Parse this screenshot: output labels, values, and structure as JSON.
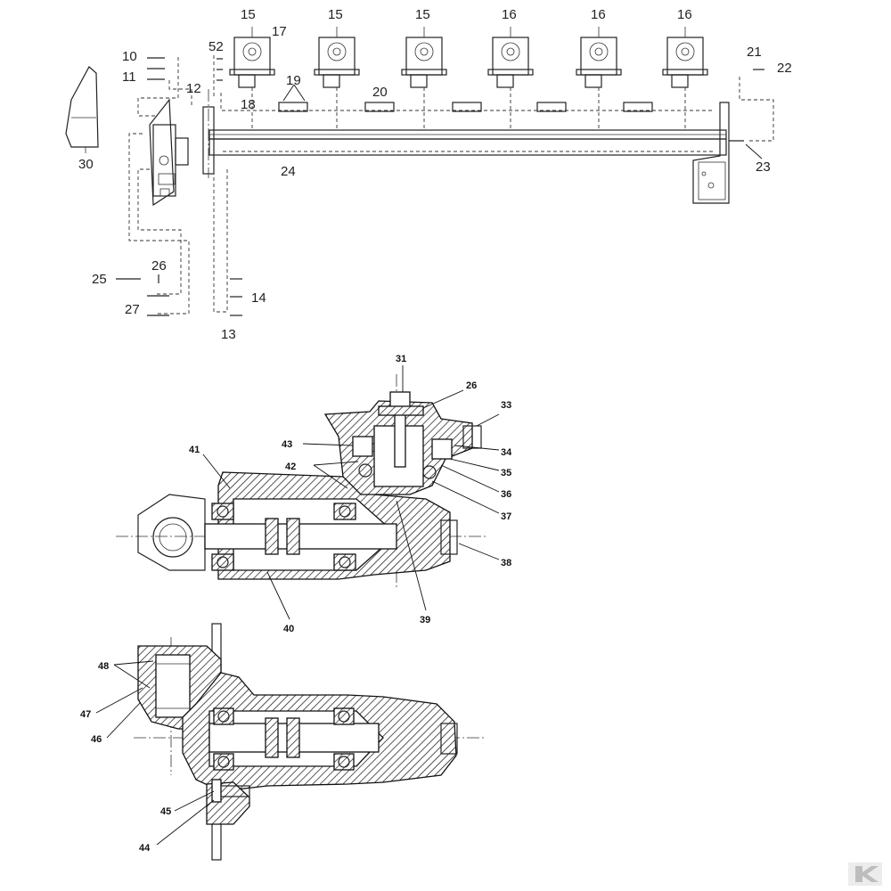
{
  "top_labels": {
    "l15a": "15",
    "l15b": "15",
    "l15c": "15",
    "l16a": "16",
    "l16b": "16",
    "l16c": "16",
    "l17": "17",
    "l52": "52",
    "l10": "10",
    "l11": "11",
    "l12": "12",
    "l18": "18",
    "l19": "19",
    "l20": "20",
    "l21": "21",
    "l22": "22",
    "l23": "23",
    "l24": "24",
    "l30": "30",
    "l25": "25",
    "l26": "26",
    "l27": "27",
    "l14": "14",
    "l13": "13"
  },
  "section_labels": {
    "l31": "31",
    "l26": "26",
    "l33": "33",
    "l43": "43",
    "l41": "41",
    "l42": "42",
    "l34": "34",
    "l35": "35",
    "l36": "36",
    "l37": "37",
    "l38": "38",
    "l39": "39",
    "l40": "40",
    "l48": "48",
    "l47": "47",
    "l46": "46",
    "l45": "45",
    "l44": "44"
  },
  "logo_text": "K"
}
